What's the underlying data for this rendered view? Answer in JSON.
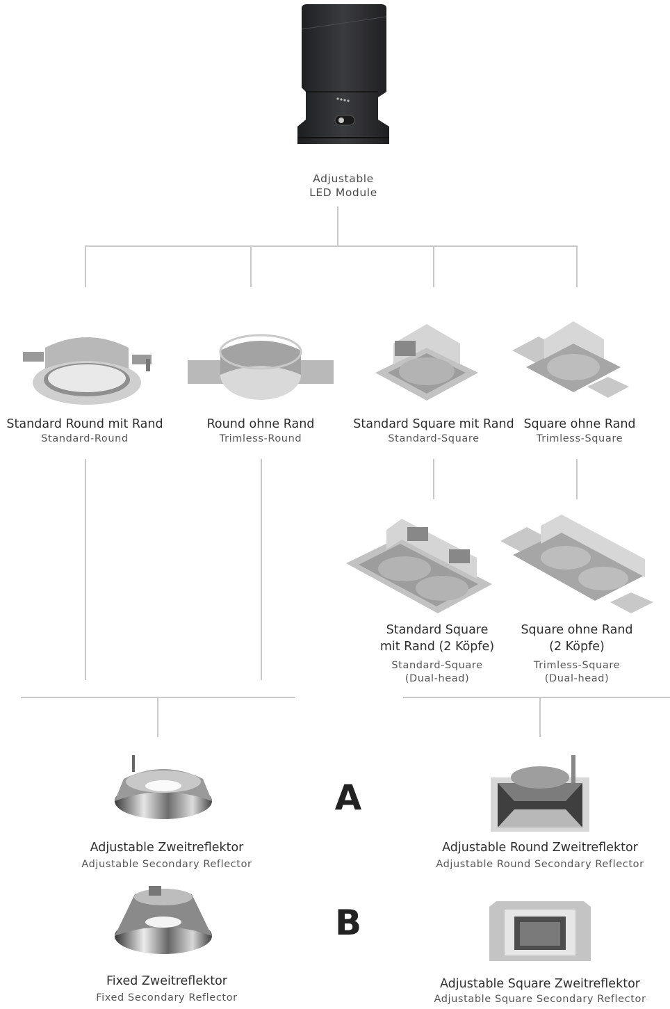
{
  "module": {
    "line1": "Adjustable",
    "line2": "LED Module"
  },
  "housings": [
    {
      "de": "Standard Round mit Rand",
      "en": "Standard-Round"
    },
    {
      "de": "Round ohne Rand",
      "en": "Trimless-Round"
    },
    {
      "de": "Standard Square mit Rand",
      "en": "Standard-Square"
    },
    {
      "de": "Square ohne Rand",
      "en": "Trimless-Square"
    }
  ],
  "dual_housings": [
    {
      "de_line1": "Standard Square",
      "de_line2": "mit Rand  (2 Köpfe)",
      "en_line1": "Standard-Square",
      "en_line2": "(Dual-head)"
    },
    {
      "de_line1": "Square ohne Rand",
      "de_line2": "(2 Köpfe)",
      "en_line1": "Trimless-Square",
      "en_line2": "(Dual-head)"
    }
  ],
  "option_letters": {
    "a": "A",
    "b": "B"
  },
  "reflectors": {
    "a_left": {
      "de": "Adjustable Zweitreflektor",
      "en": "Adjustable Secondary Reflector"
    },
    "a_right": {
      "de": "Adjustable Round Zweitreflektor",
      "en": "Adjustable Round Secondary Reflector"
    },
    "b_left": {
      "de": "Fixed Zweitreflektor",
      "en": "Fixed Secondary Reflector"
    },
    "b_right": {
      "de": "Adjustable Square Zweitreflektor",
      "en": "Adjustable Square Secondary Reflector"
    }
  },
  "colors": {
    "connector_line": "#c9c9c9",
    "module_body": "#2a2b2d",
    "housing_grey": "#a9a9a9",
    "chrome": "#8a8a8a"
  }
}
